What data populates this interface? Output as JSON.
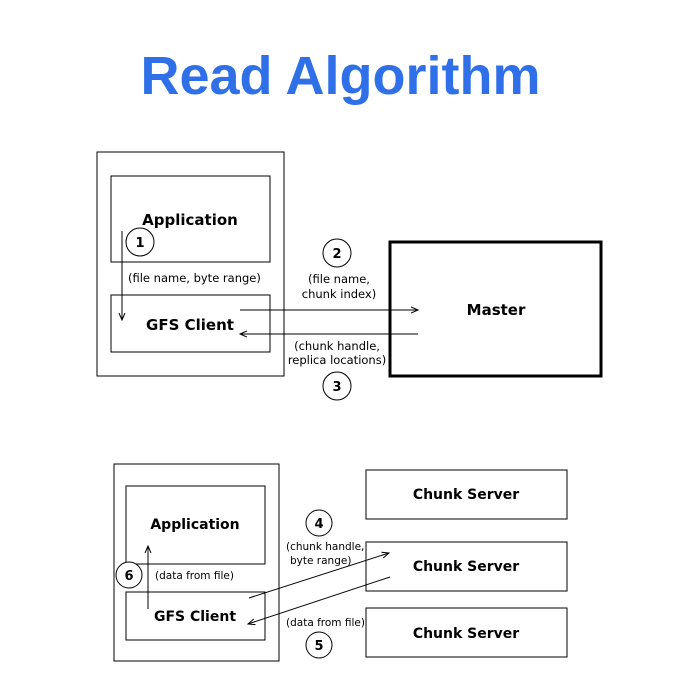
{
  "title": "Read Algorithm",
  "top": {
    "application": "Application",
    "gfs_client": "GFS Client",
    "master": "Master",
    "step1": "1",
    "step1_label": "(file name, byte range)",
    "step2": "2",
    "step2_label_line1": "(file name,",
    "step2_label_line2": "chunk index)",
    "step3": "3",
    "step3_label_line1": "(chunk handle,",
    "step3_label_line2": "replica locations)"
  },
  "bottom": {
    "application": "Application",
    "gfs_client": "GFS Client",
    "chunk_servers": [
      "Chunk Server",
      "Chunk Server",
      "Chunk Server"
    ],
    "step4": "4",
    "step4_label_line1": "(chunk handle,",
    "step4_label_line2": "byte range)",
    "step5": "5",
    "step5_label": "(data from file)",
    "step6": "6",
    "step6_label": "(data from file)"
  }
}
